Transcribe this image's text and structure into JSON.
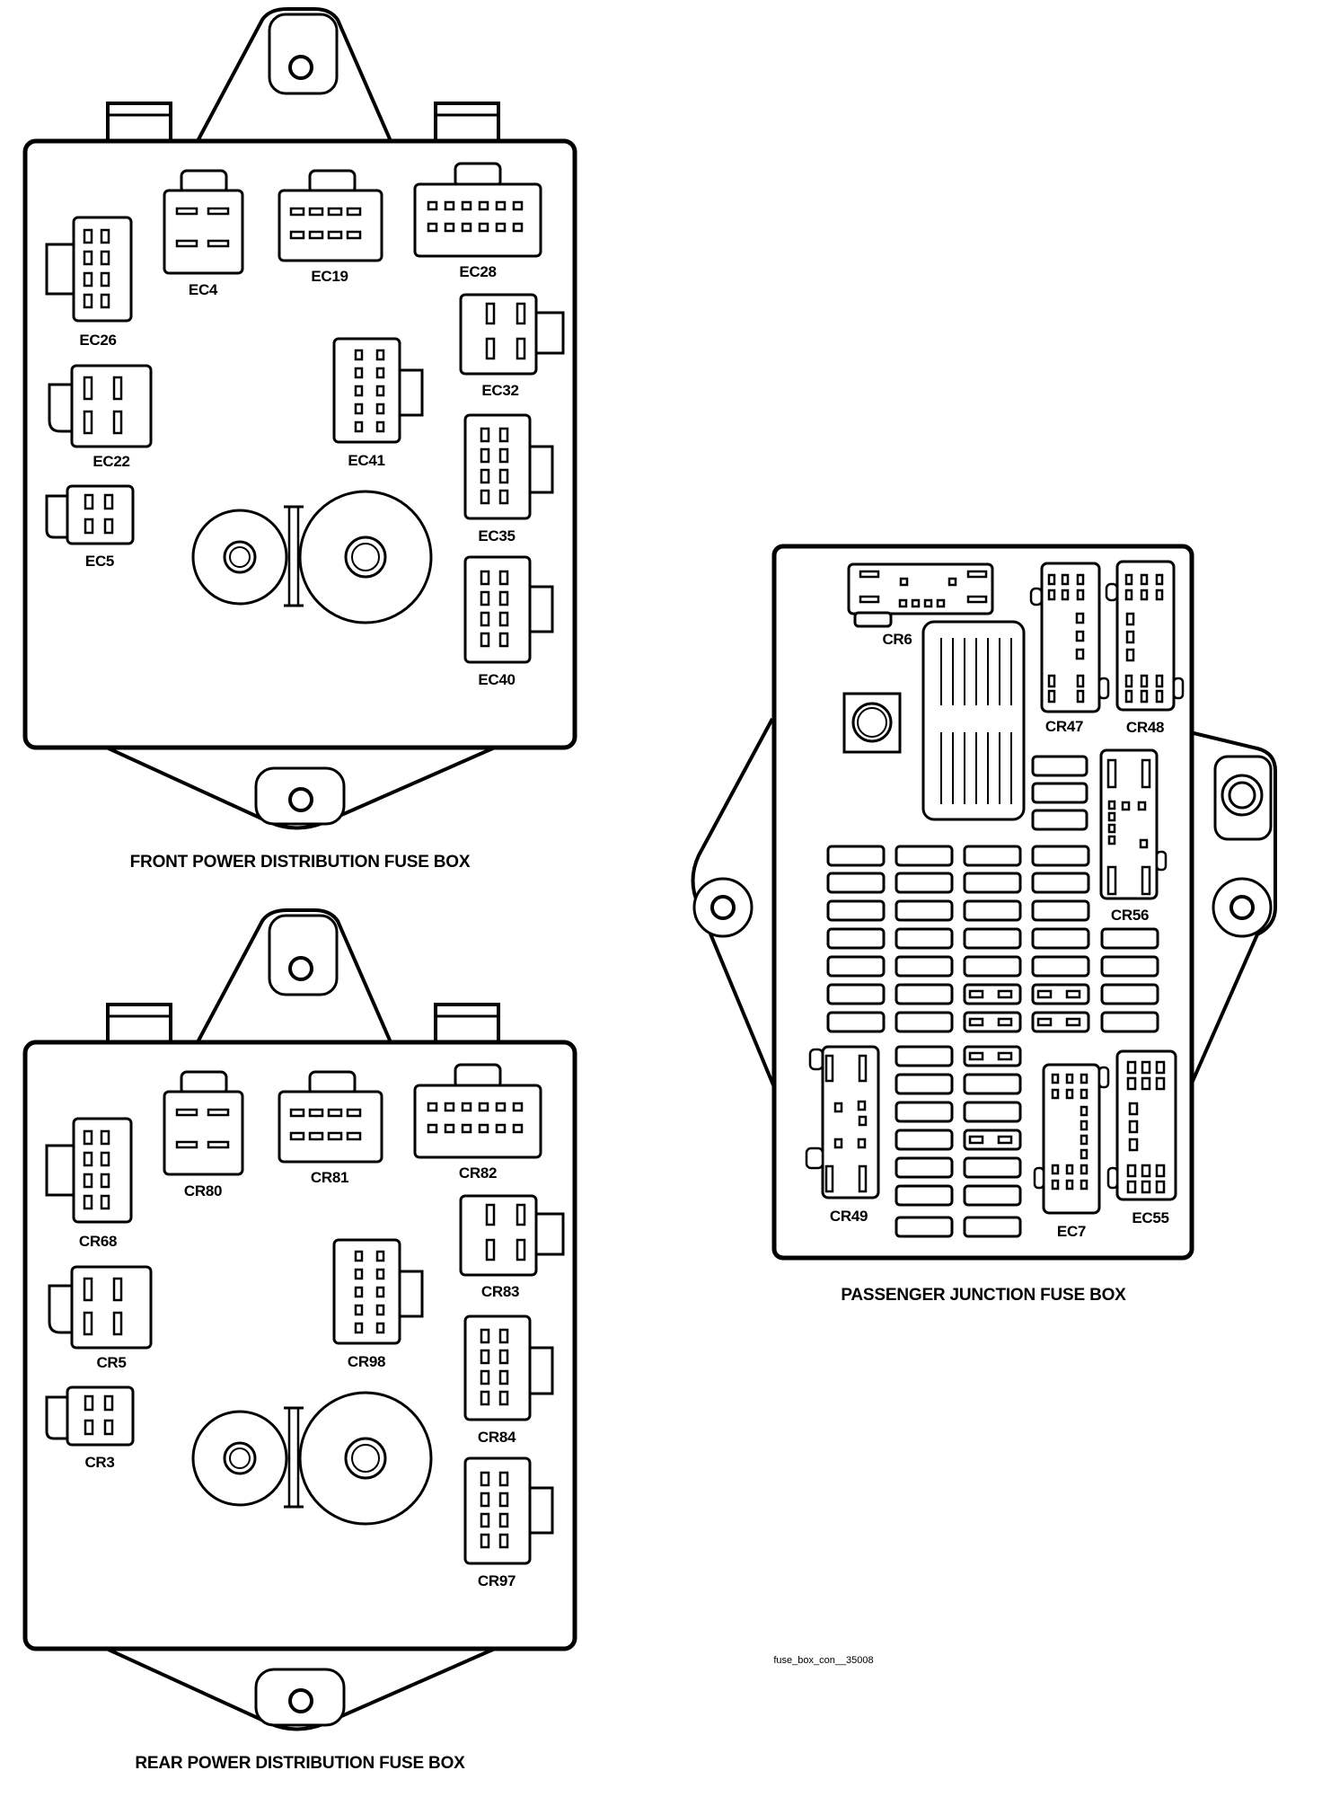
{
  "front_box": {
    "title": "FRONT POWER DISTRIBUTION FUSE BOX",
    "connectors": {
      "c1": "EC26",
      "c2": "EC4",
      "c3": "EC19",
      "c4": "EC28",
      "c5": "EC32",
      "c6": "EC22",
      "c7": "EC41",
      "c8": "EC35",
      "c9": "EC5",
      "c10": "EC40"
    }
  },
  "rear_box": {
    "title": "REAR POWER DISTRIBUTION FUSE BOX",
    "connectors": {
      "c1": "CR68",
      "c2": "CR80",
      "c3": "CR81",
      "c4": "CR82",
      "c5": "CR83",
      "c6": "CR5",
      "c7": "CR98",
      "c8": "CR84",
      "c9": "CR3",
      "c10": "CR97"
    }
  },
  "passenger_box": {
    "title": "PASSENGER JUNCTION FUSE BOX",
    "connectors": {
      "cr6": "CR6",
      "cr47": "CR47",
      "cr48": "CR48",
      "cr56": "CR56",
      "cr49": "CR49",
      "ec7": "EC7",
      "ec55": "EC55"
    }
  },
  "file_name": "fuse_box_con__35008"
}
